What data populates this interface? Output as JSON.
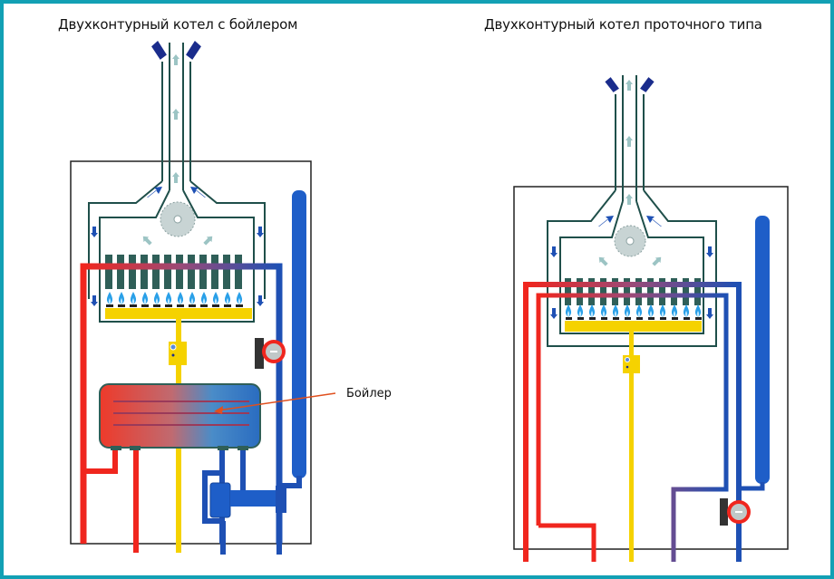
{
  "diagrams": [
    {
      "id": "boiler-with-tank",
      "title": "Двухконтурный котел с бойлером",
      "components": [
        "flue-pipe",
        "fan",
        "heat-exchanger",
        "burner-row",
        "gas-valve",
        "circulation-pump",
        "expansion-tank",
        "boiler-tank",
        "three-way-valve"
      ],
      "callout": "Бойлер",
      "burner_count": 12
    },
    {
      "id": "flow-through-boiler",
      "title": "Двухконтурный котел проточного типа",
      "components": [
        "flue-pipe",
        "fan",
        "heat-exchanger",
        "burner-row",
        "gas-valve",
        "circulation-pump",
        "expansion-tank"
      ],
      "burner_count": 12
    }
  ],
  "colors": {
    "frame": "#12a0b4",
    "hot": "#f0261e",
    "cold": "#1e50b4",
    "gas": "#f5d200",
    "outline": "#1f4f4a",
    "flue_arrow": "#1a2c8c"
  }
}
